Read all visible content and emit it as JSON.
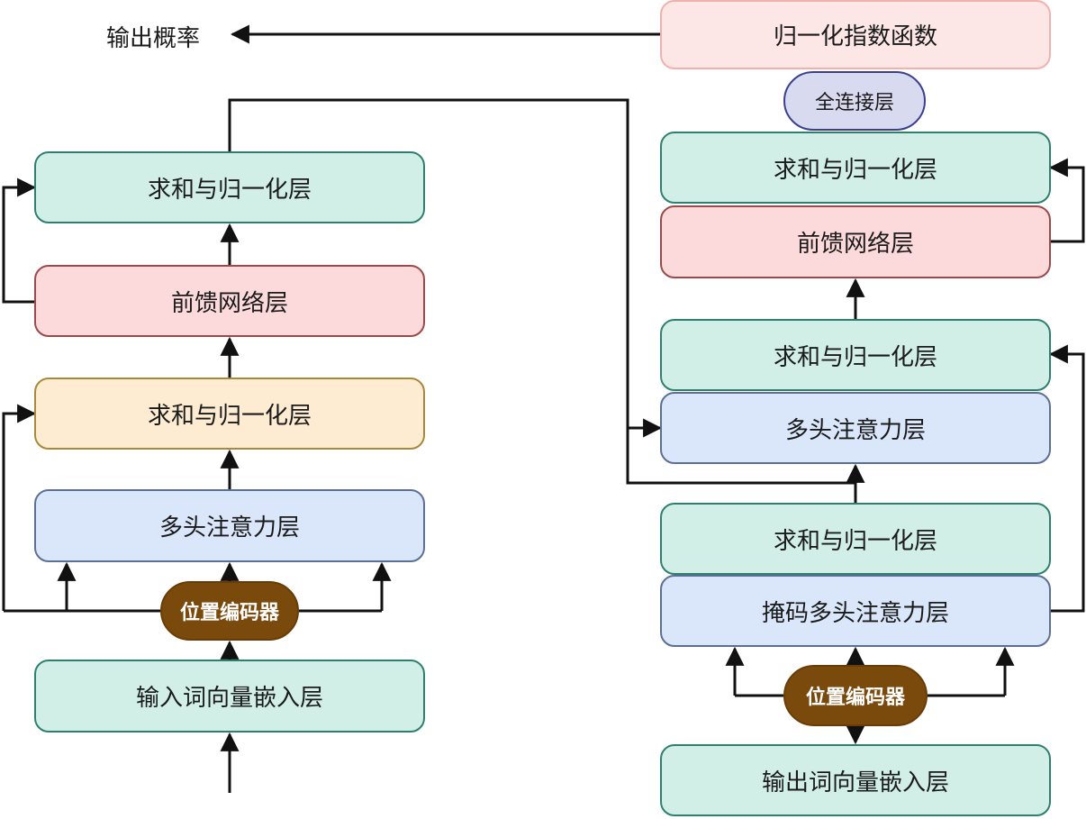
{
  "output_label": "输出概率",
  "encoder": {
    "input_embedding": "输入词向量嵌入层",
    "positional_encoding": "位置编码器",
    "multi_head_attention": "多头注意力层",
    "add_norm_1": "求和与归一化层",
    "feed_forward": "前馈网络层",
    "add_norm_2": "求和与归一化层"
  },
  "decoder": {
    "output_embedding": "输出词向量嵌入层",
    "positional_encoding": "位置编码器",
    "masked_attention": "掩码多头注意力层",
    "add_norm_1": "求和与归一化层",
    "multi_head_attention": "多头注意力层",
    "add_norm_2": "求和与归一化层",
    "feed_forward": "前馈网络层",
    "add_norm_3": "求和与归一化层",
    "linear": "全连接层",
    "softmax": "归一化指数函数"
  },
  "colors": {
    "add_norm_fill": "#d2efe7",
    "feed_forward_fill": "#fcd9da",
    "encoder_add_norm_1_fill": "#fdecd1",
    "attention_fill": "#dae7fb",
    "softmax_fill": "#fde7e6",
    "linear_fill": "#d8daf0",
    "positional_encoding_fill": "#7a4a0d",
    "arrow": "#111111"
  }
}
